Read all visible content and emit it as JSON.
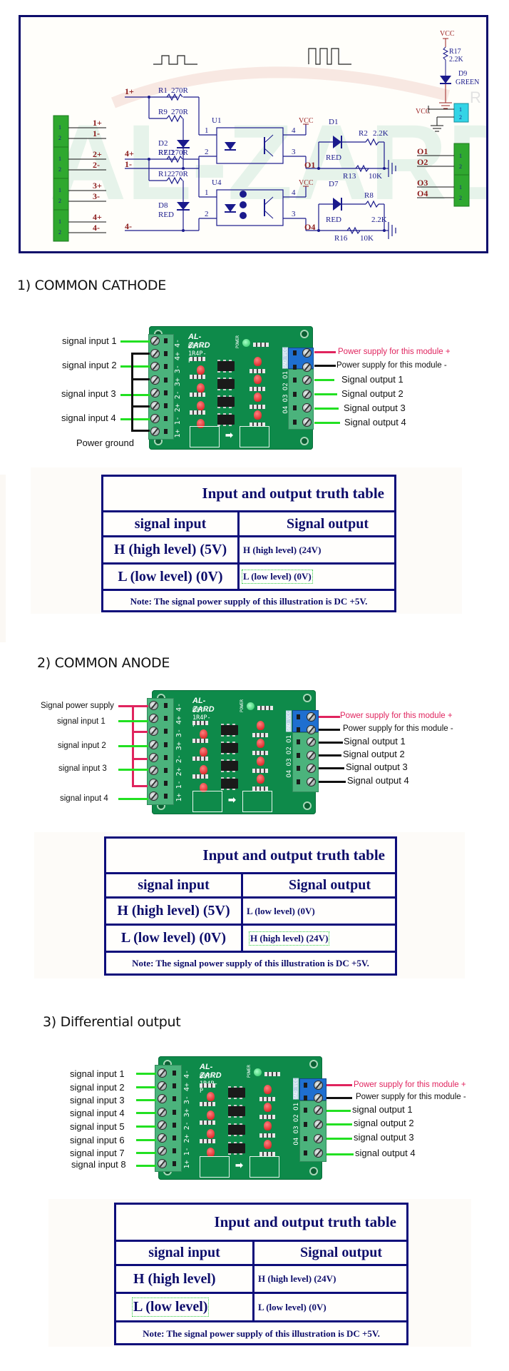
{
  "schematic": {
    "watermark": "AL-ZARD",
    "registered_mark": "R",
    "input_connector": {
      "pins": [
        "1",
        "2",
        "1",
        "2",
        "1",
        "2",
        "1",
        "2"
      ],
      "labels": [
        "1+",
        "1-",
        "2+",
        "2-",
        "3+",
        "3-",
        "4+",
        "4-"
      ]
    },
    "channel_1": {
      "input_pos": "1+",
      "input_neg": "1-",
      "r1": "R1",
      "r1_value": "270R",
      "r9": "R9",
      "r9_value": "270R",
      "d2": "D2",
      "d2_color": "RED",
      "u": "U1",
      "pin1": "1",
      "pin2": "2",
      "pin3": "3",
      "pin4": "4",
      "vcc": "VCC",
      "d1": "D1",
      "d1_color": "RED",
      "r2": "R2",
      "r2_value": "2.2K",
      "r13": "R13",
      "r13_value": "10K",
      "output": "O1"
    },
    "channel_4": {
      "input_pos": "4+",
      "input_neg": "4-",
      "r7": "R7",
      "r7_value": "270R",
      "r12": "R12",
      "r12_value": "270R",
      "d8": "D8",
      "d8_color": "RED",
      "u": "U4",
      "pin1": "1",
      "pin2": "2",
      "pin3": "3",
      "pin4": "4",
      "vcc": "VCC",
      "d7": "D7",
      "d7_color": "RED",
      "r8": "R8",
      "r8_value": "2.2K",
      "r16": "R16",
      "r16_value": "10K",
      "output": "O4"
    },
    "power_indicator": {
      "vcc": "VCC",
      "r17": "R17",
      "r17_value": "2.2K",
      "d9": "D9",
      "d9_color": "GREEN"
    },
    "power_connector": {
      "vcc": "VCC",
      "pins": [
        "1",
        "2"
      ]
    },
    "output_connector": {
      "labels": [
        "O1",
        "O2",
        "O3",
        "O4"
      ],
      "pins": [
        "1",
        "2",
        "1",
        "2"
      ]
    }
  },
  "board": {
    "brand": "AL-ZARD",
    "model": "DST-1R4P-P",
    "power_label": "POWER",
    "input_silk": "1+ 1- 2+ 2- 3+ 3- 4+ 4-",
    "output_silk": "O4 O3 O2 O1",
    "power_silk": "GND VCC",
    "jumper_arrow": "➡"
  },
  "sections": [
    {
      "heading": "1) COMMON CATHODE",
      "left_labels": [
        "signal input 1",
        "signal input 2",
        "signal input 3",
        "signal input 4",
        "Power ground"
      ],
      "right_labels": [
        "Power supply for this module +",
        "Power supply for this module -",
        "Signal output 1",
        "Signal output 2",
        "Signal output 3",
        "Signal output 4"
      ],
      "table": {
        "title": "Input and output truth table",
        "col_input": "signal input",
        "col_output": "Signal output",
        "rows": [
          {
            "input": "H (high level) (5V)",
            "output": "H (high level) (24V)"
          },
          {
            "input": "L (low level) (0V)",
            "output": "L (low level) (0V)"
          }
        ],
        "note": "Note: The signal power supply of this illustration is DC +5V."
      }
    },
    {
      "heading": "2) COMMON ANODE",
      "left_labels": [
        "Signal power supply",
        "signal input 1",
        "signal input 2",
        "signal input 3",
        "signal input 4"
      ],
      "right_labels": [
        "Power supply for this module +",
        "Power supply for this module -",
        "Signal output 1",
        "Signal output 2",
        "Signal output 3",
        "Signal output 4"
      ],
      "table": {
        "title": "Input and output truth table",
        "col_input": "signal input",
        "col_output": "Signal output",
        "rows": [
          {
            "input": "H (high level) (5V)",
            "output": "L (low level) (0V)"
          },
          {
            "input": "L (low level) (0V)",
            "output": "H (high level) (24V)"
          }
        ],
        "note": "Note: The signal power supply of this illustration is DC +5V."
      }
    },
    {
      "heading": "3) Differential output",
      "left_labels": [
        "signal input 1",
        "signal input 2",
        "signal input 3",
        "signal input 4",
        "signal input 5",
        "signal input 6",
        "signal input 7",
        "signal input 8"
      ],
      "right_labels": [
        "Power supply for this module +",
        "Power supply for this module -",
        "signal output 1",
        "signal output 2",
        "signal output 3",
        "signal output 4"
      ],
      "table": {
        "title": "Input and output truth table",
        "col_input": "signal input",
        "col_output": "Signal output",
        "rows": [
          {
            "input": "H (high level)",
            "output": "H (high level) (24V)"
          },
          {
            "input": "L (low level)",
            "output": "L (low level) (0V)"
          }
        ],
        "note": "Note: The signal power supply of this illustration is DC +5V."
      }
    }
  ],
  "colors": {
    "frame": "#0d0d6b",
    "signal_wire": "#22e022",
    "power_plus": "#e0245e",
    "pcb": "#0e8a4a",
    "terminal": "#4bb37c",
    "power_terminal": "#1f6fd0"
  }
}
